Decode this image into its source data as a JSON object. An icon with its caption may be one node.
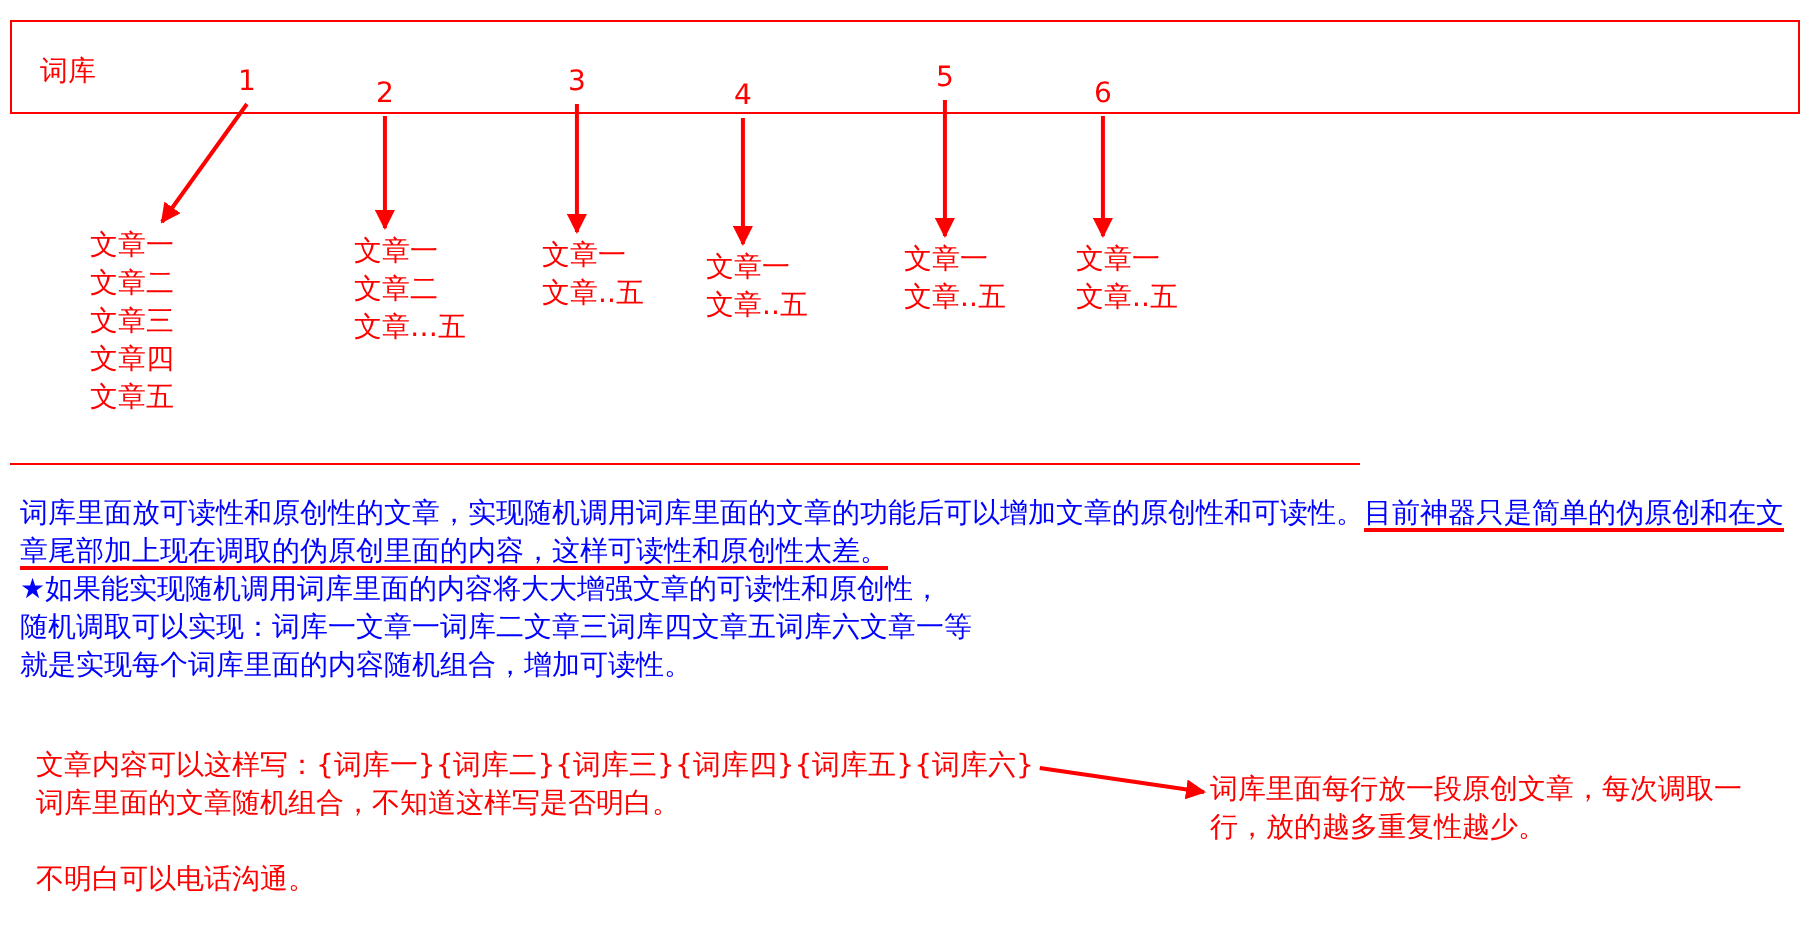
{
  "diagram": {
    "nodes": [
      {
        "text": [
          "词库"
        ]
      },
      {
        "text": [
          "1"
        ],
        "in": 0
      },
      {
        "text": [
          "2"
        ],
        "in": 0
      },
      {
        "text": [
          "3"
        ],
        "in": 0
      },
      {
        "text": [
          "4"
        ],
        "in": 0
      },
      {
        "text": [
          "5"
        ],
        "in": 0
      },
      {
        "text": [
          "6"
        ],
        "in": 0
      },
      {
        "text": [
          "文章一",
          "文章二",
          "文章三",
          "文章四",
          "文章五"
        ]
      },
      {
        "text": [
          "文章一",
          "文章二",
          "文章…五"
        ]
      },
      {
        "text": [
          "文章一",
          "文章..五"
        ]
      },
      {
        "text": [
          "文章一",
          "文章..五"
        ]
      },
      {
        "text": [
          "文章一",
          "文章..五"
        ]
      },
      {
        "text": [
          "文章一",
          "文章..五"
        ]
      },
      {
        "text": [
          "文章内容可以这样写：{词库一}{词库二}{词库三}{词库四}{词库五}{词库六}",
          "词库里面的文章随机组合，不知道这样写是否明白。"
        ]
      },
      {
        "text": [
          "词库里面每行放一段原创文章，每次调取一行，放的越多重复性越少。"
        ]
      }
    ],
    "edges": [
      {
        "from": 1,
        "to": 7,
        "arrow": "to"
      },
      {
        "from": 2,
        "to": 8,
        "arrow": "to"
      },
      {
        "from": 3,
        "to": 9,
        "arrow": "to"
      },
      {
        "from": 4,
        "to": 10,
        "arrow": "to"
      },
      {
        "from": 5,
        "to": 11,
        "arrow": "to"
      },
      {
        "from": 6,
        "to": 12,
        "arrow": "to"
      },
      {
        "from": 13,
        "to": 14,
        "arrow": "to"
      }
    ],
    "labels": [
      "词库里面放可读性和原创性的文章，实现随机调用词库里面的文章的功能后可以增加文章的原创性和可读性。",
      "目前神器只是简单的伪原创和在文章尾部加上现在调取的伪原创里面的内容，这样可读性和原创性太差。",
      "★如果能实现随机调用词库里面的内容将大大增强文章的可读性和原创性，",
      "随机调取可以实现：词库一文章一词库二文章三词库四文章五词库六文章一等",
      "就是实现每个词库里面的内容随机组合，增加可读性。",
      "不明白可以电话沟通。"
    ]
  }
}
